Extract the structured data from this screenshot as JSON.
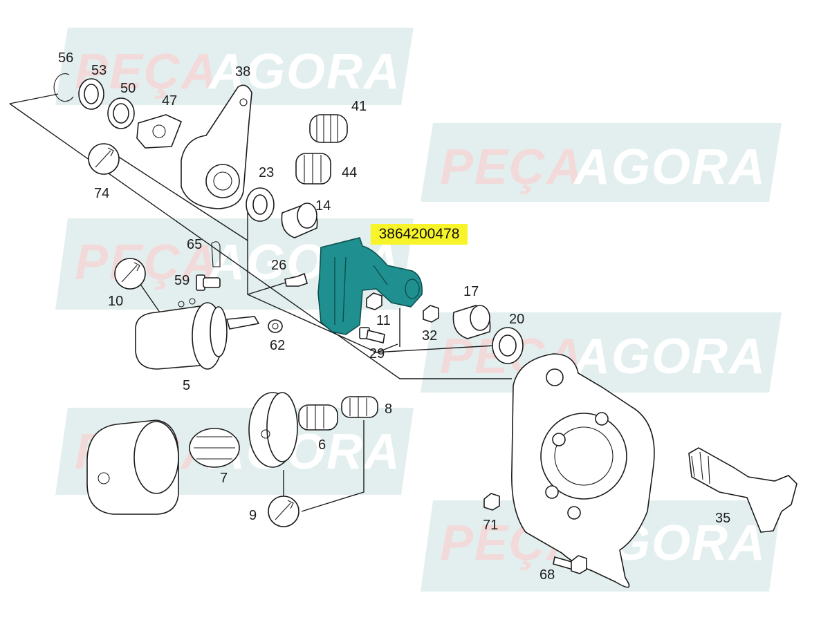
{
  "watermark": {
    "brand_left": "PEÇA",
    "brand_right": "AGORA",
    "panel_color": "#e3efef",
    "left_color": "#f3dada",
    "right_color": "#ffffff"
  },
  "highlight": {
    "part_number": "3864200478",
    "label_bg": "#f7f52a",
    "part_color": "#1f8f8f"
  },
  "callouts": {
    "c56": "56",
    "c53": "53",
    "c50": "50",
    "c47": "47",
    "c38": "38",
    "c41": "41",
    "c44": "44",
    "c23": "23",
    "c14": "14",
    "c74": "74",
    "c65": "65",
    "c26": "26",
    "c59": "59",
    "c10": "10",
    "c11": "11",
    "c17": "17",
    "c20": "20",
    "c32": "32",
    "c29": "29",
    "c62": "62",
    "c5": "5",
    "c8": "8",
    "c6": "6",
    "c7": "7",
    "c9": "9",
    "c71": "71",
    "c35": "35",
    "c68": "68"
  }
}
